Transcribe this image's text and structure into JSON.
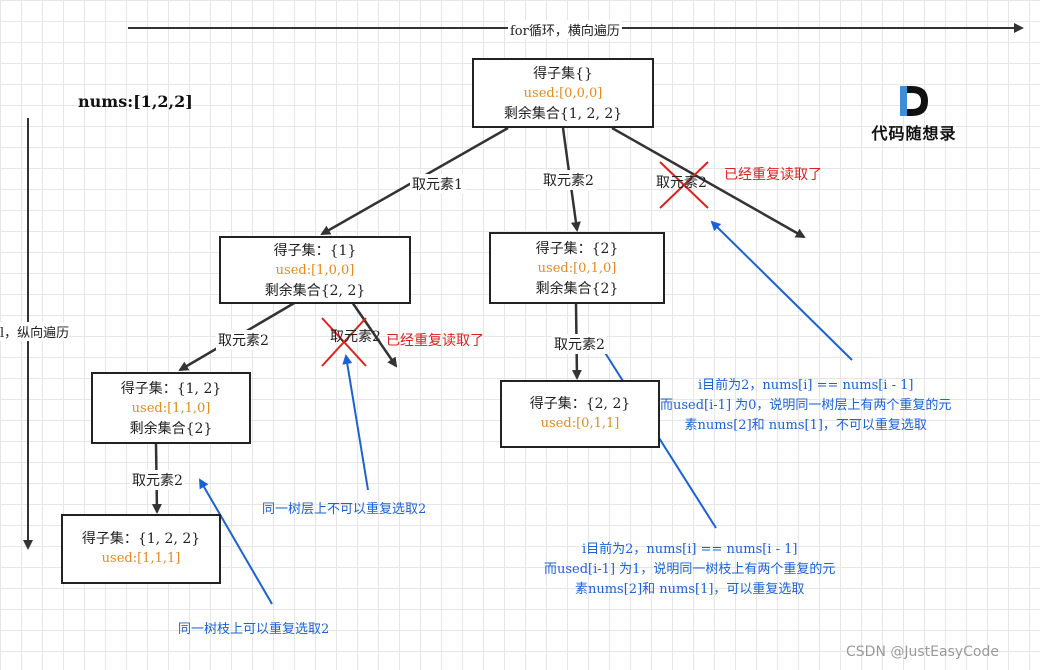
{
  "header": {
    "for_loop_label": "for循环，横向遍历",
    "depth_label": "l，纵向遍历",
    "nums_label": "nums:[1,2,2]"
  },
  "logo": {
    "letter": "D",
    "text": "代码随想录"
  },
  "nodes": {
    "root": {
      "l1": "得子集{}",
      "l2": "used:[0,0,0]",
      "l3": "剩余集合{1, 2, 2}"
    },
    "n1": {
      "l1": "得子集：{1}",
      "l2": "used:[1,0,0]",
      "l3": "剩余集合{2, 2}"
    },
    "n2": {
      "l1": "得子集：{2}",
      "l2": "used:[0,1,0]",
      "l3": "剩余集合{2}"
    },
    "n12": {
      "l1": "得子集：{1, 2}",
      "l2": "used:[1,1,0]",
      "l3": "剩余集合{2}"
    },
    "n22": {
      "l1": "得子集：{2, 2}",
      "l2": "used:[0,1,1]"
    },
    "n122": {
      "l1": "得子集：{1, 2, 2}",
      "l2": "used:[1,1,1]"
    }
  },
  "edges": {
    "root_1": "取元素1",
    "root_2": "取元素2",
    "root_3": "取元素2",
    "n1_2": "取元素2",
    "n1_3": "取元素2",
    "n2_2": "取元素2",
    "n12_2": "取元素2"
  },
  "annotations": {
    "dup_root": "已经重复读取了",
    "dup_n1": "已经重复读取了",
    "layer_note": "同一树层上不可以重复选取2",
    "branch_note": "同一树枝上可以重复选取2",
    "right_note": [
      "i目前为2，nums[i] == nums[i - 1]",
      "而used[i-1] 为0，说明同一树层上有两个重复的元",
      "素nums[2]和 nums[1]，不可以重复选取"
    ],
    "mid_note": [
      "i目前为2，nums[i] == nums[i - 1]",
      "而used[i-1] 为1，说明同一树枝上有两个重复的元",
      "素nums[2]和 nums[1]，可以重复选取"
    ]
  },
  "watermark": "CSDN @JustEasyCode",
  "colors": {
    "orange": "#e48a1e",
    "red": "#e0201c",
    "blue": "#1a62d6",
    "dark": "#222222"
  }
}
